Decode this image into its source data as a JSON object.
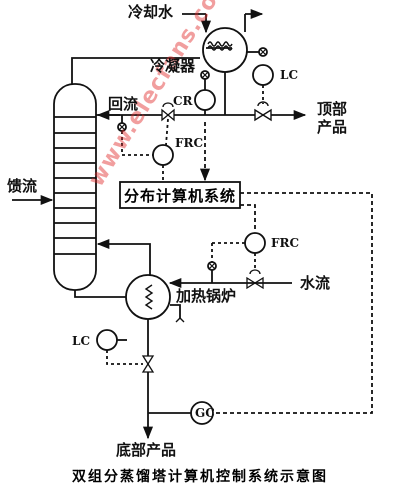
{
  "labels": {
    "cooling_water": "冷却水",
    "condenser": "冷凝器",
    "lc_top": "LC",
    "cr": "CR",
    "reflux": "回流",
    "top_product_line1": "顶部",
    "top_product_line2": "产品",
    "frc_top": "FRC",
    "feed": "馈流",
    "computer_system": "分布计算机系统",
    "frc_bottom": "FRC",
    "water_flow": "水流",
    "reboiler": "加热锅炉",
    "lc_bottom": "LC",
    "gc": "GC",
    "bottom_product": "底部产品",
    "caption": "双组分蒸馏塔计算机控制系统示意图"
  },
  "watermark": "www.elecfans.com",
  "colors": {
    "line": "#111111",
    "watermark": "#e02828"
  }
}
